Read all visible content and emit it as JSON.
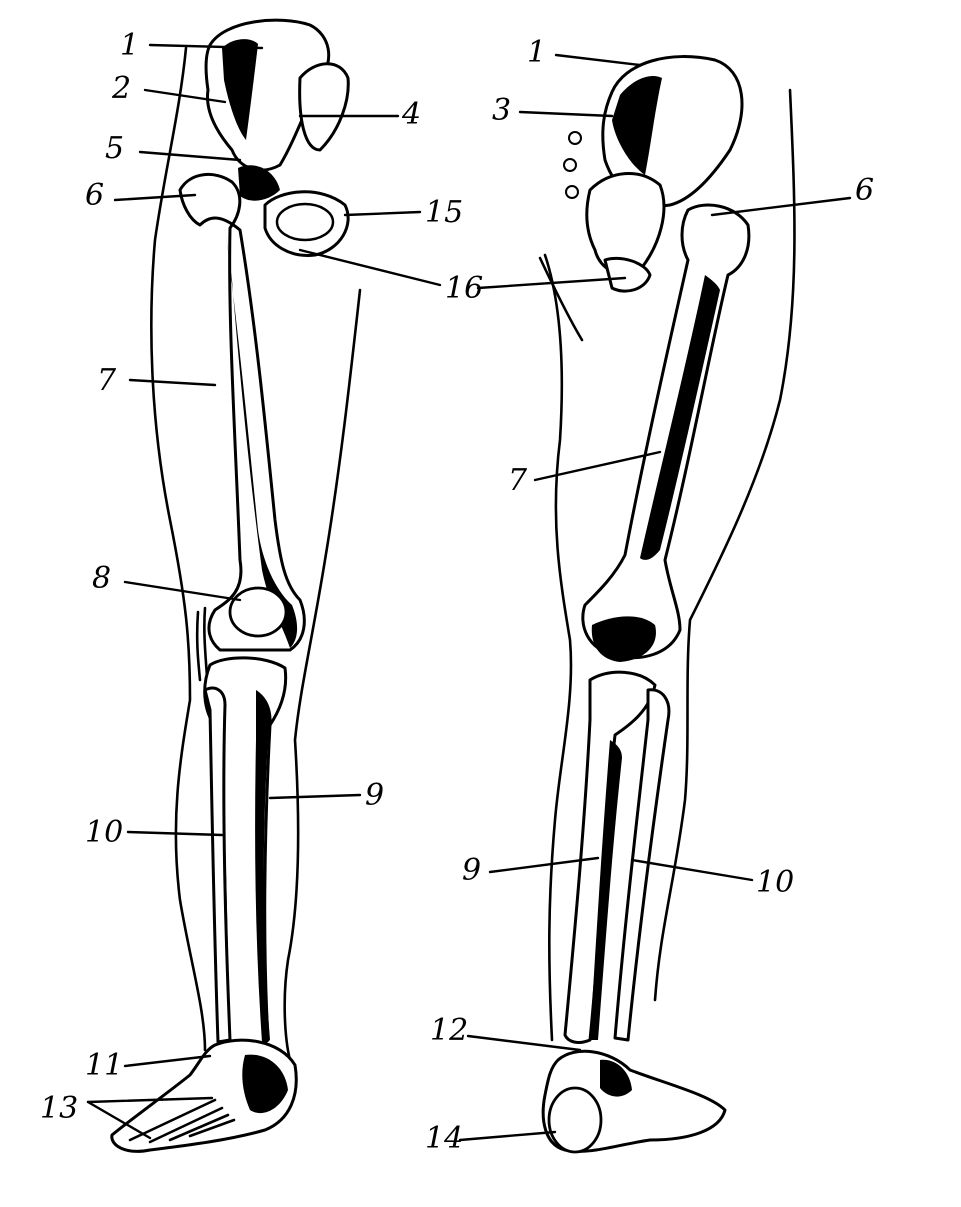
{
  "diagram": {
    "anterior_view": {
      "labels": [
        "1",
        "2",
        "5",
        "6",
        "4",
        "15",
        "16",
        "7",
        "8",
        "9",
        "10",
        "11",
        "13"
      ]
    },
    "posterior_view": {
      "labels": [
        "1",
        "3",
        "6",
        "7",
        "9",
        "10",
        "12",
        "14"
      ]
    },
    "colors": {
      "line": "#000000",
      "background": "#ffffff"
    }
  }
}
